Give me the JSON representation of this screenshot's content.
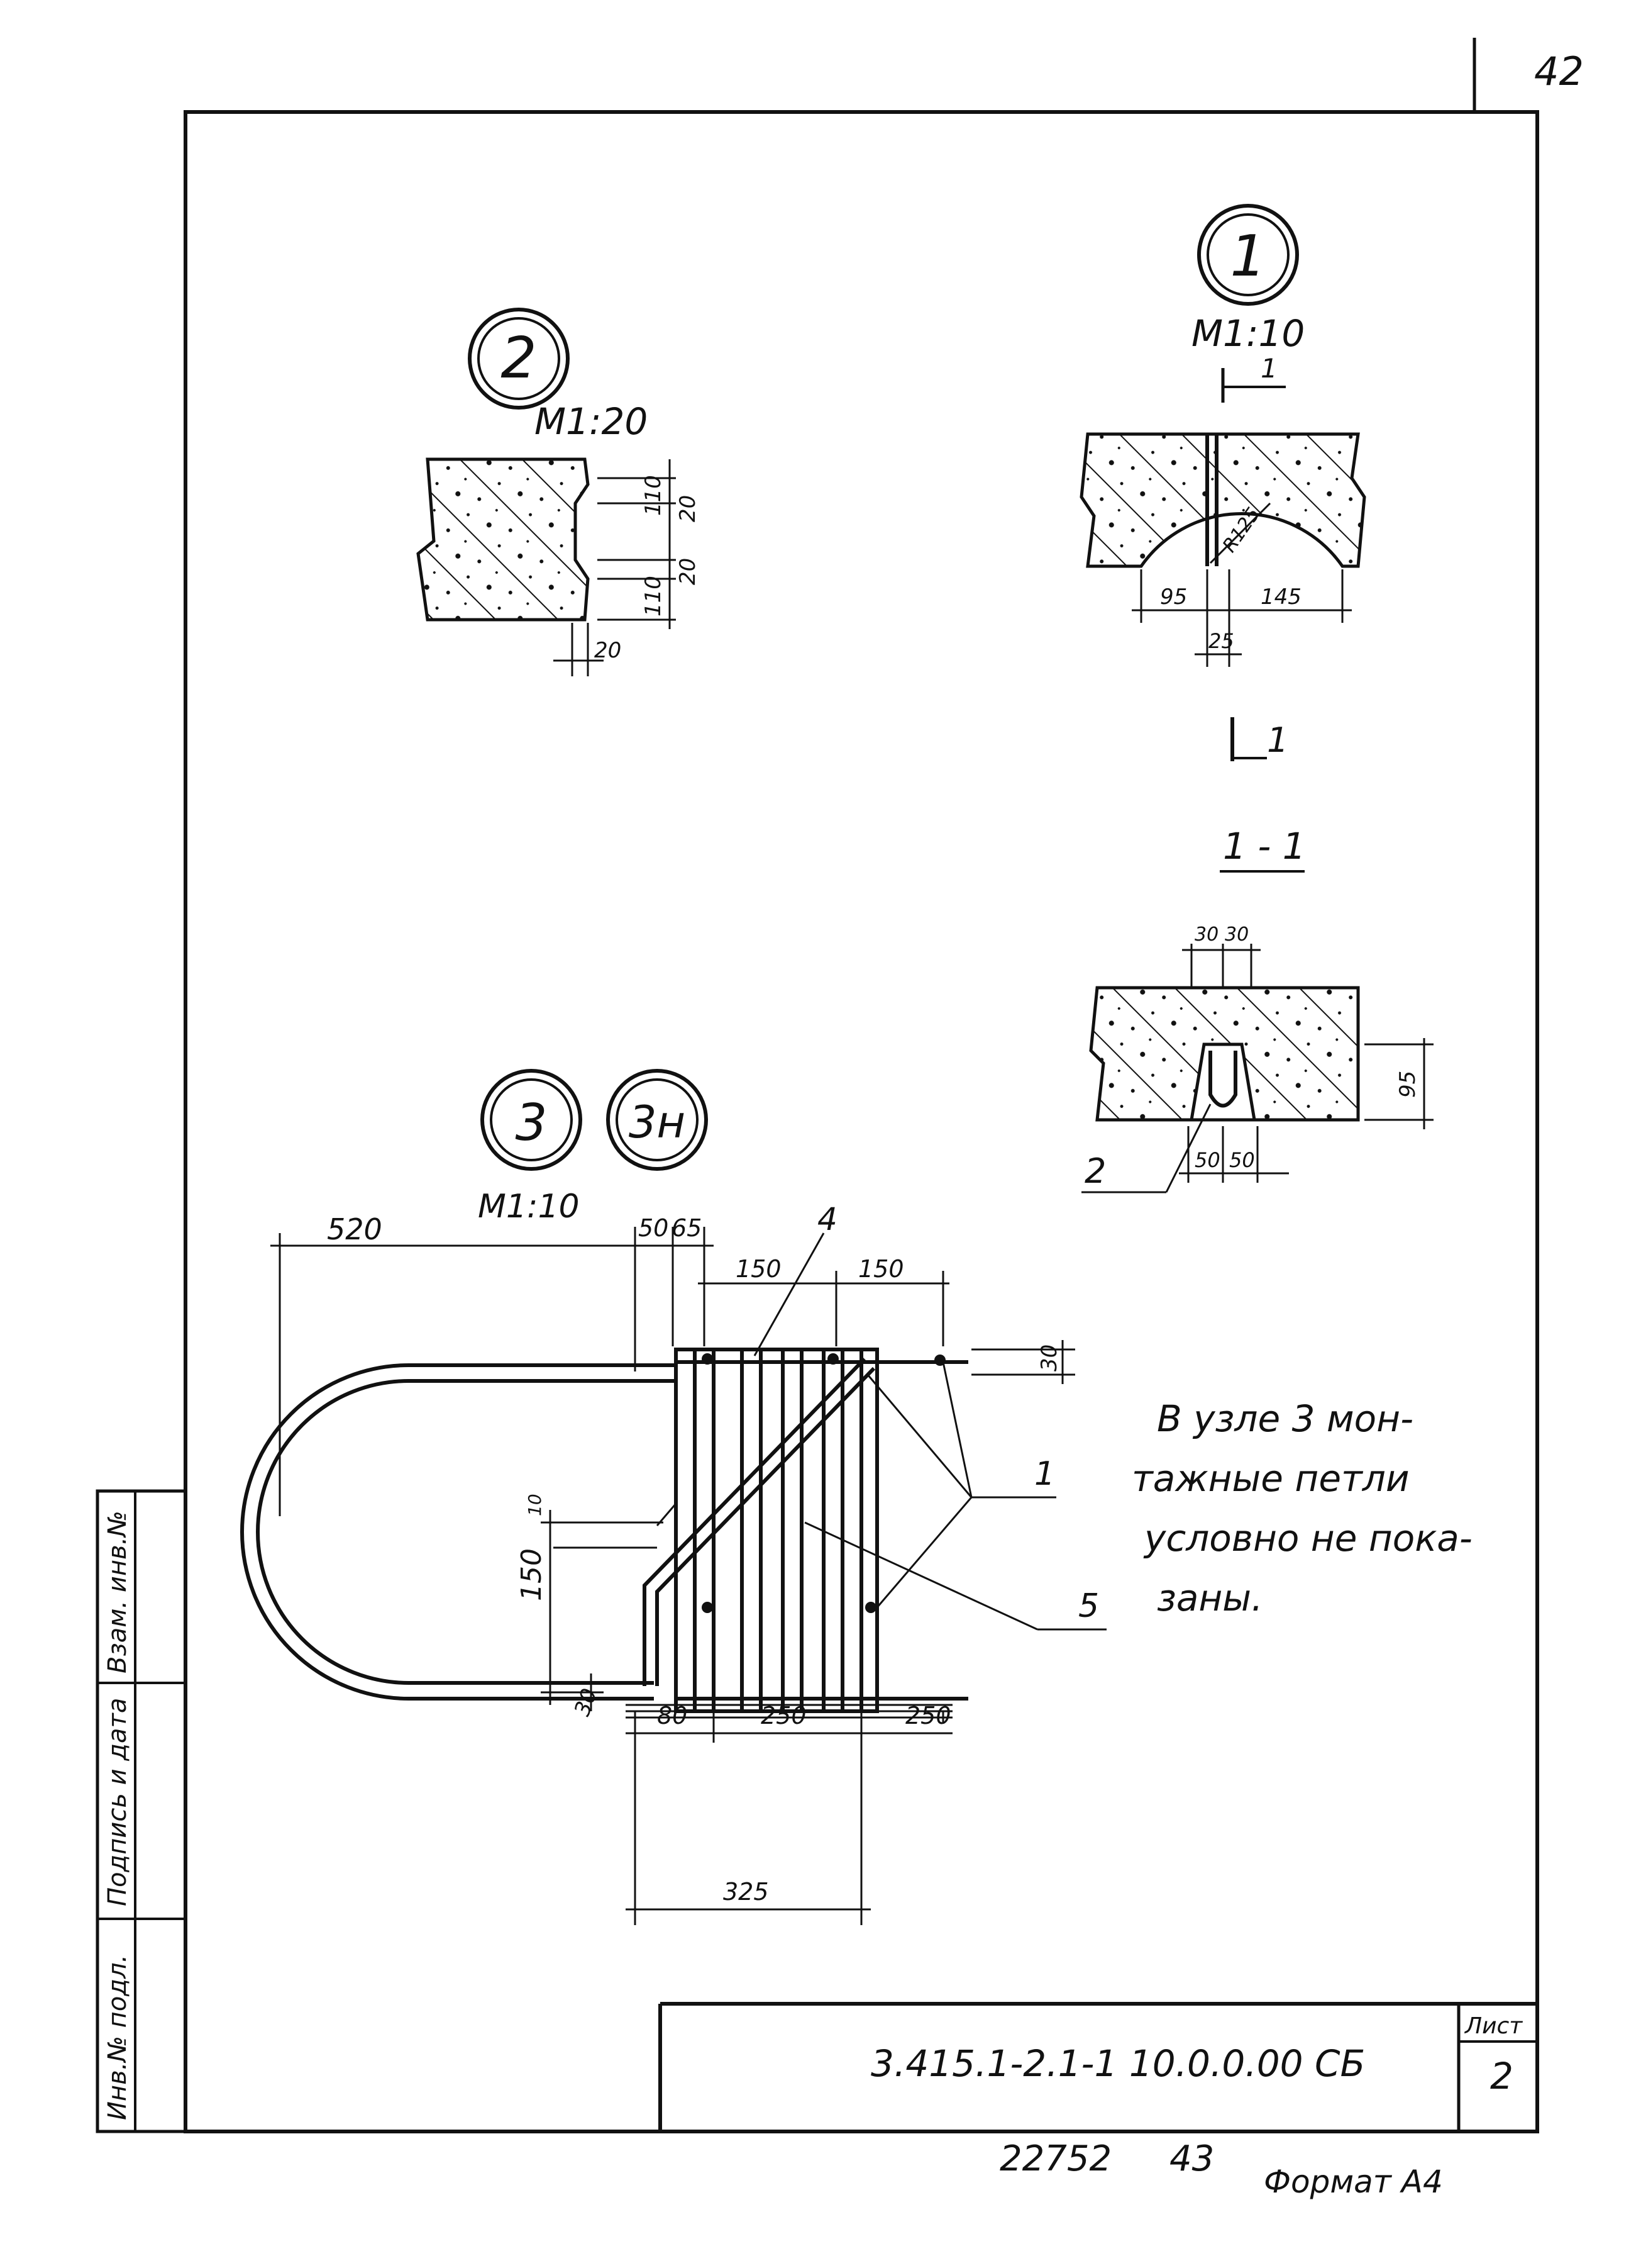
{
  "page_number": "42",
  "node_2": {
    "marker": "2",
    "scale": "М1:20",
    "dims": [
      "110",
      "20",
      "20",
      "110",
      "20"
    ]
  },
  "node_1": {
    "marker": "1",
    "scale": "М1:10",
    "cut_label": "1",
    "radius": "R125",
    "dims": [
      "95",
      "145",
      "25"
    ]
  },
  "section_1_1": {
    "cut_label": "1",
    "title": "1 - 1",
    "dims_top": [
      "30",
      "30"
    ],
    "dim_height": "95",
    "dims_bottom": [
      "50",
      "50"
    ],
    "callout": "2"
  },
  "node_3": {
    "markers": [
      "3",
      "3н"
    ],
    "scale": "М1:10",
    "dims_top": [
      "520",
      "50",
      "65",
      "150",
      "150"
    ],
    "callout_4": "4",
    "dim_right": "30",
    "dims_left": [
      "150",
      "10",
      "30"
    ],
    "dims_bottom": [
      "80",
      "250",
      "250",
      "325"
    ],
    "callout_1": "1",
    "callout_5": "5"
  },
  "note_lines": [
    "В узле 3 мон-",
    "тажные петли",
    "условно не пока-",
    "заны."
  ],
  "side_stamp": [
    "Взам. инв.№",
    "Подпись и дата",
    "Инв.№ подл."
  ],
  "title_block": {
    "code": "3.415.1-2.1-1  10.0.0.00 СБ",
    "sheet_label": "Лист",
    "sheet_number": "2"
  },
  "footer": {
    "inventory": "22752",
    "number": "43",
    "format": "Формат А4"
  }
}
